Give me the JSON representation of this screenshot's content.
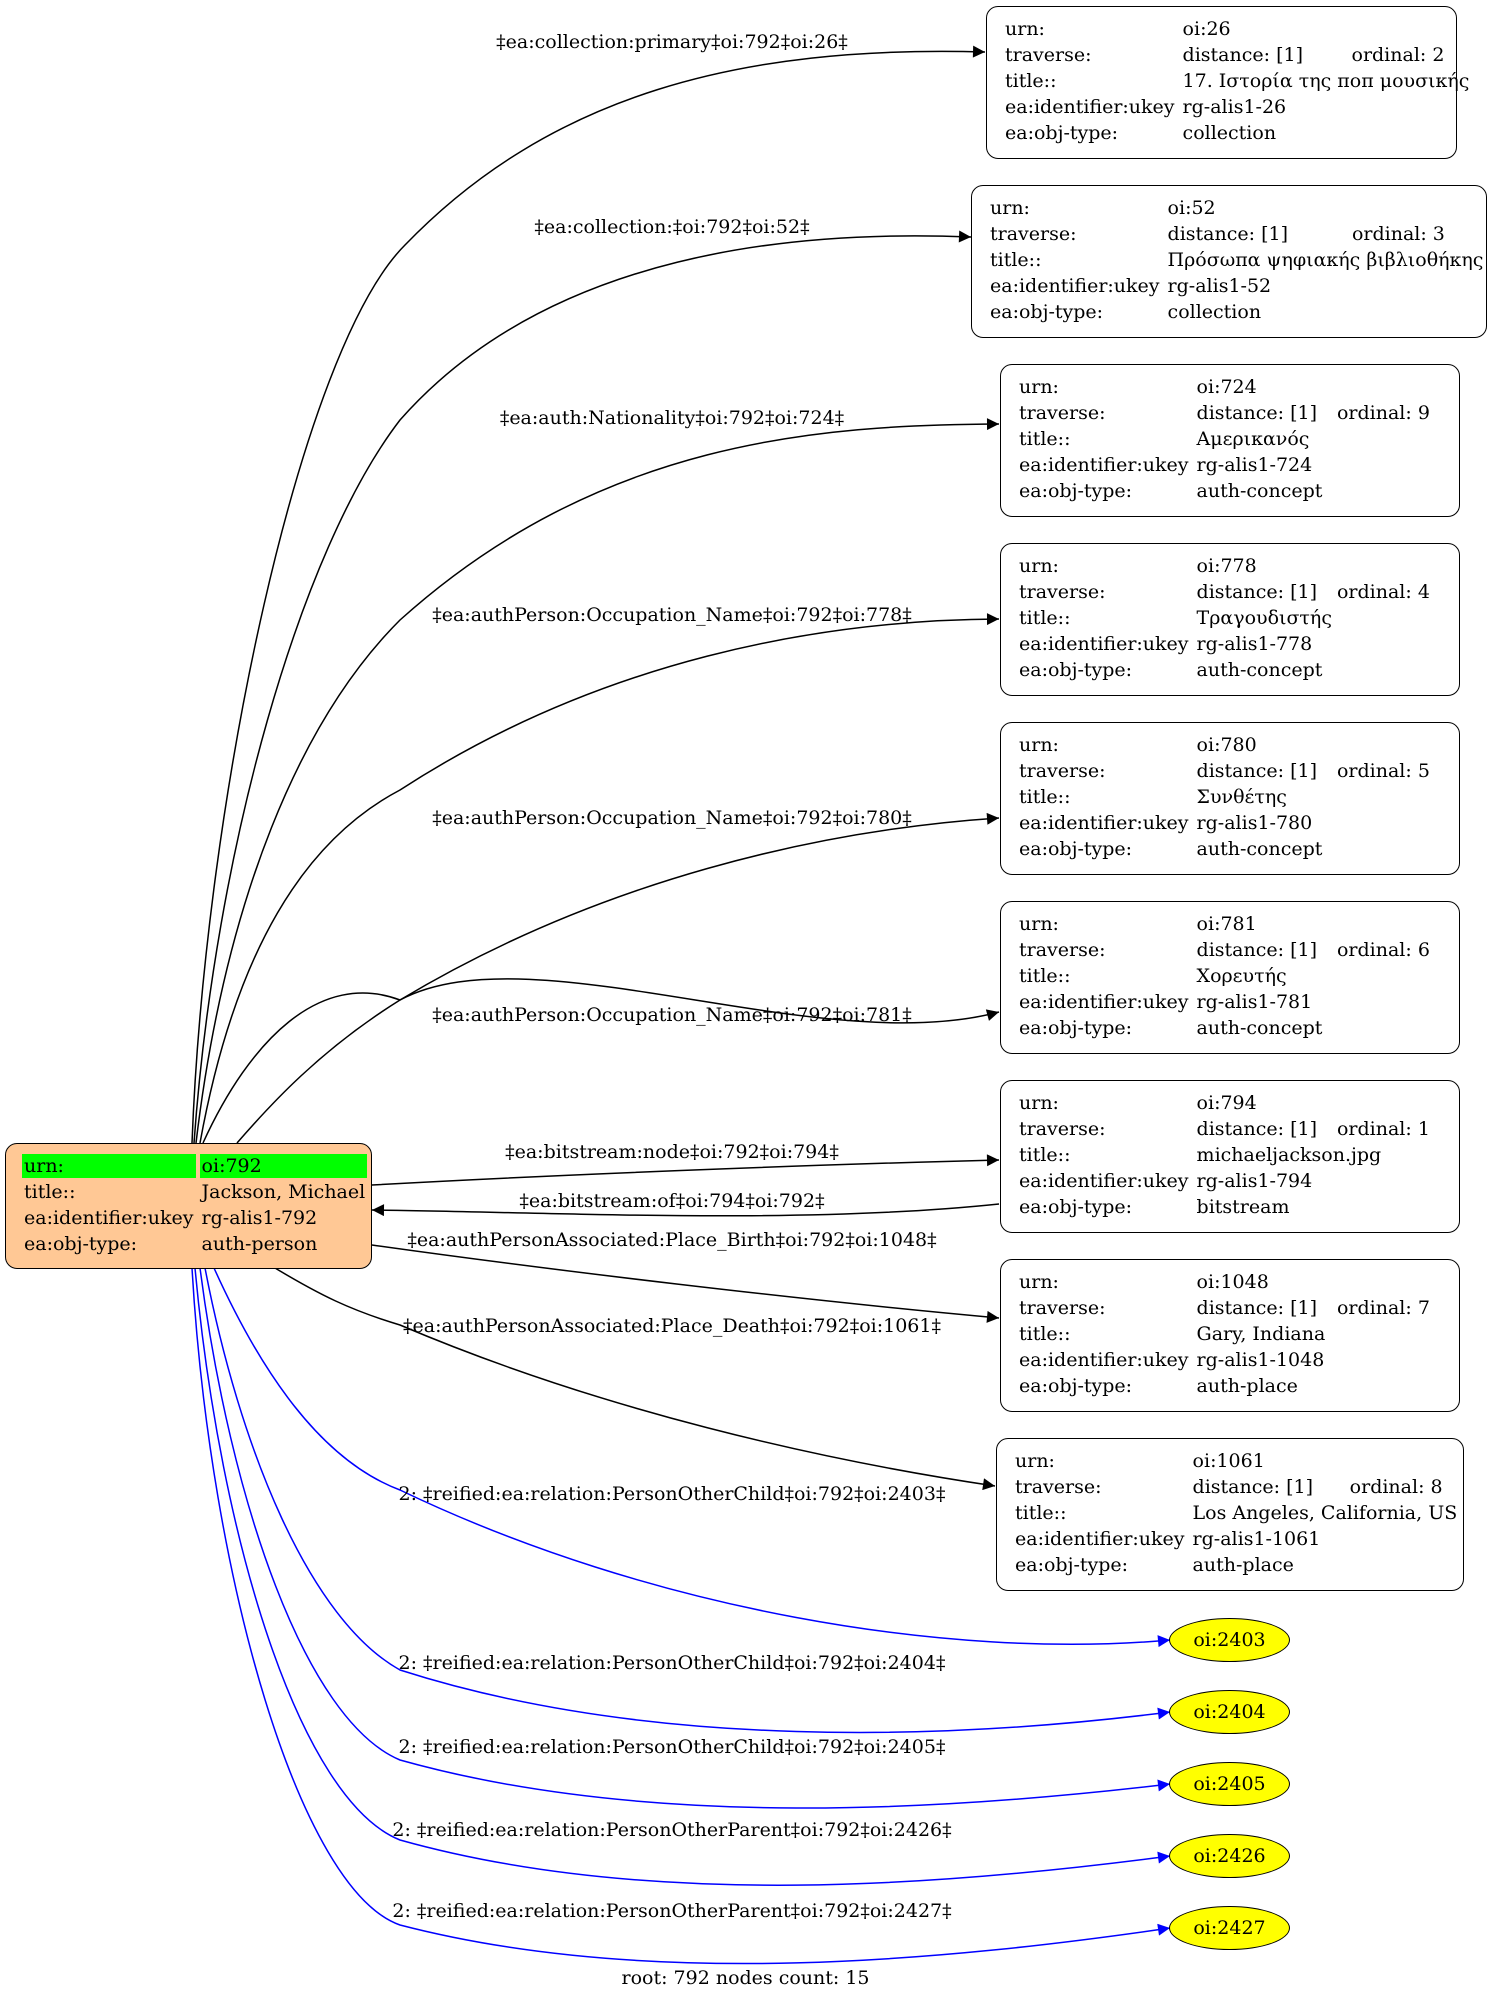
{
  "root_node": {
    "urn_label": "urn:",
    "urn": "oi:792",
    "title_label": "title::",
    "title": "Jackson, Michael",
    "ukey_label": "ea:identifier:ukey",
    "ukey": "rg-alis1-792",
    "type_label": "ea:obj-type:",
    "type": "auth-person"
  },
  "labels": {
    "urn": "urn:",
    "traverse": "traverse:",
    "title": "title::",
    "ukey": "ea:identifier:ukey",
    "type": "ea:obj-type:"
  },
  "nodes": [
    {
      "urn": "oi:26",
      "distance": "distance: [1]",
      "ordinal": "ordinal: 2",
      "title": "17. Ιστορία της ποπ μουσικής",
      "ukey": "rg-alis1-26",
      "type": "collection"
    },
    {
      "urn": "oi:52",
      "distance": "distance: [1]",
      "ordinal": "ordinal: 3",
      "title": "Πρόσωπα ψηφιακής βιβλιοθήκης",
      "ukey": "rg-alis1-52",
      "type": "collection"
    },
    {
      "urn": "oi:724",
      "distance": "distance: [1]",
      "ordinal": "ordinal: 9",
      "title": "Αμερικανός",
      "ukey": "rg-alis1-724",
      "type": "auth-concept"
    },
    {
      "urn": "oi:778",
      "distance": "distance: [1]",
      "ordinal": "ordinal: 4",
      "title": "Τραγουδιστής",
      "ukey": "rg-alis1-778",
      "type": "auth-concept"
    },
    {
      "urn": "oi:780",
      "distance": "distance: [1]",
      "ordinal": "ordinal: 5",
      "title": "Συνθέτης",
      "ukey": "rg-alis1-780",
      "type": "auth-concept"
    },
    {
      "urn": "oi:781",
      "distance": "distance: [1]",
      "ordinal": "ordinal: 6",
      "title": "Χορευτής",
      "ukey": "rg-alis1-781",
      "type": "auth-concept"
    },
    {
      "urn": "oi:794",
      "distance": "distance: [1]",
      "ordinal": "ordinal: 1",
      "title": "michaeljackson.jpg",
      "ukey": "rg-alis1-794",
      "type": "bitstream"
    },
    {
      "urn": "oi:1048",
      "distance": "distance: [1]",
      "ordinal": "ordinal: 7",
      "title": "Gary, Indiana",
      "ukey": "rg-alis1-1048",
      "type": "auth-place"
    },
    {
      "urn": "oi:1061",
      "distance": "distance: [1]",
      "ordinal": "ordinal: 8",
      "title": "Los Angeles, California, US",
      "ukey": "rg-alis1-1061",
      "type": "auth-place"
    }
  ],
  "ellipses": [
    "oi:2403",
    "oi:2404",
    "oi:2405",
    "oi:2426",
    "oi:2427"
  ],
  "edge_labels": [
    "‡ea:collection:primary‡oi:792‡oi:26‡",
    "‡ea:collection:‡oi:792‡oi:52‡",
    "‡ea:auth:Nationality‡oi:792‡oi:724‡",
    "‡ea:authPerson:Occupation_Name‡oi:792‡oi:778‡",
    "‡ea:authPerson:Occupation_Name‡oi:792‡oi:780‡",
    "‡ea:authPerson:Occupation_Name‡oi:792‡oi:781‡",
    "‡ea:bitstream:node‡oi:792‡oi:794‡",
    "‡ea:bitstream:of‡oi:794‡oi:792‡",
    "‡ea:authPersonAssociated:Place_Birth‡oi:792‡oi:1048‡",
    "‡ea:authPersonAssociated:Place_Death‡oi:792‡oi:1061‡",
    "2: ‡reified:ea:relation:PersonOtherChild‡oi:792‡oi:2403‡",
    "2: ‡reified:ea:relation:PersonOtherChild‡oi:792‡oi:2404‡",
    "2: ‡reified:ea:relation:PersonOtherChild‡oi:792‡oi:2405‡",
    "2: ‡reified:ea:relation:PersonOtherParent‡oi:792‡oi:2426‡",
    "2: ‡reified:ea:relation:PersonOtherParent‡oi:792‡oi:2427‡"
  ],
  "colors": {
    "root_fill": "#ffc895",
    "root_highlight": "#00ff00",
    "ellipse_fill": "#ffff00",
    "reified_edge": "#0000ff",
    "edge": "#000000"
  },
  "footer": "root: 792 nodes count: 15"
}
